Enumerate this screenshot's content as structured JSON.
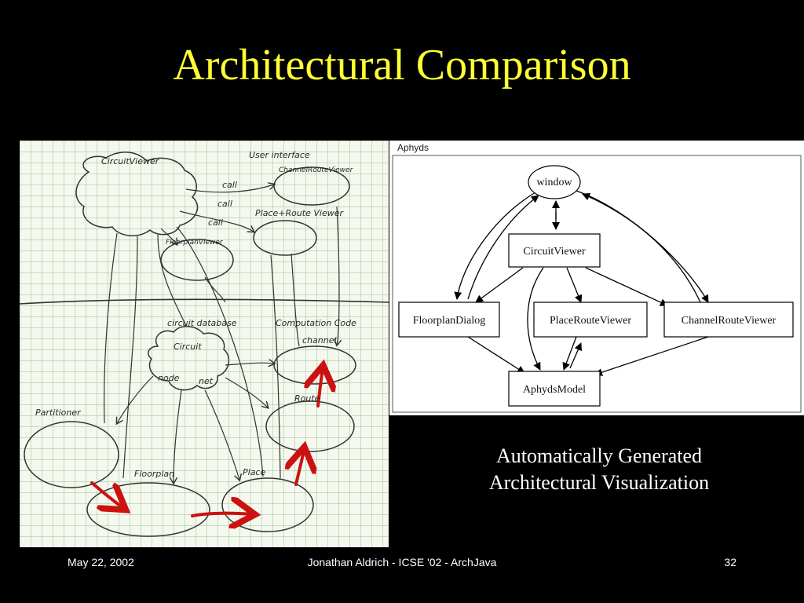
{
  "slide": {
    "title": "Architectural Comparison",
    "caption_line1": "Automatically Generated",
    "caption_line2": "Architectural Visualization"
  },
  "footer": {
    "date": "May 22, 2002",
    "center": "Jonathan Aldrich - ICSE '02 - ArchJava",
    "page": "32"
  },
  "sketch": {
    "labels": {
      "circuit_viewer": "CircuitViewer",
      "user_interface": "User interface",
      "channel_route_viewer": "ChannelRouteViewer",
      "call1": "call",
      "call2": "call",
      "call3": "call",
      "place_route_viewer": "Place+Route Viewer",
      "floorplan_viewer": "FloorplanViewer",
      "circuit_database": "circuit database",
      "computation_code": "Computation Code",
      "circuit": "Circuit",
      "node": "node",
      "net": "net",
      "channel": "channel",
      "partitioner": "Partitioner",
      "route": "Route",
      "floorplan": "Floorplan",
      "place": "Place"
    }
  },
  "graph": {
    "title": "Aphyds",
    "nodes": {
      "window": "window",
      "circuit_viewer": "CircuitViewer",
      "floorplan_dialog": "FloorplanDialog",
      "place_route_viewer": "PlaceRouteViewer",
      "channel_route_viewer": "ChannelRouteViewer",
      "aphyds_model": "AphydsModel"
    }
  },
  "colors": {
    "background": "#000000",
    "title": "#ffff33",
    "text": "#ffffff",
    "sketch_arrows": "#cc1111"
  }
}
